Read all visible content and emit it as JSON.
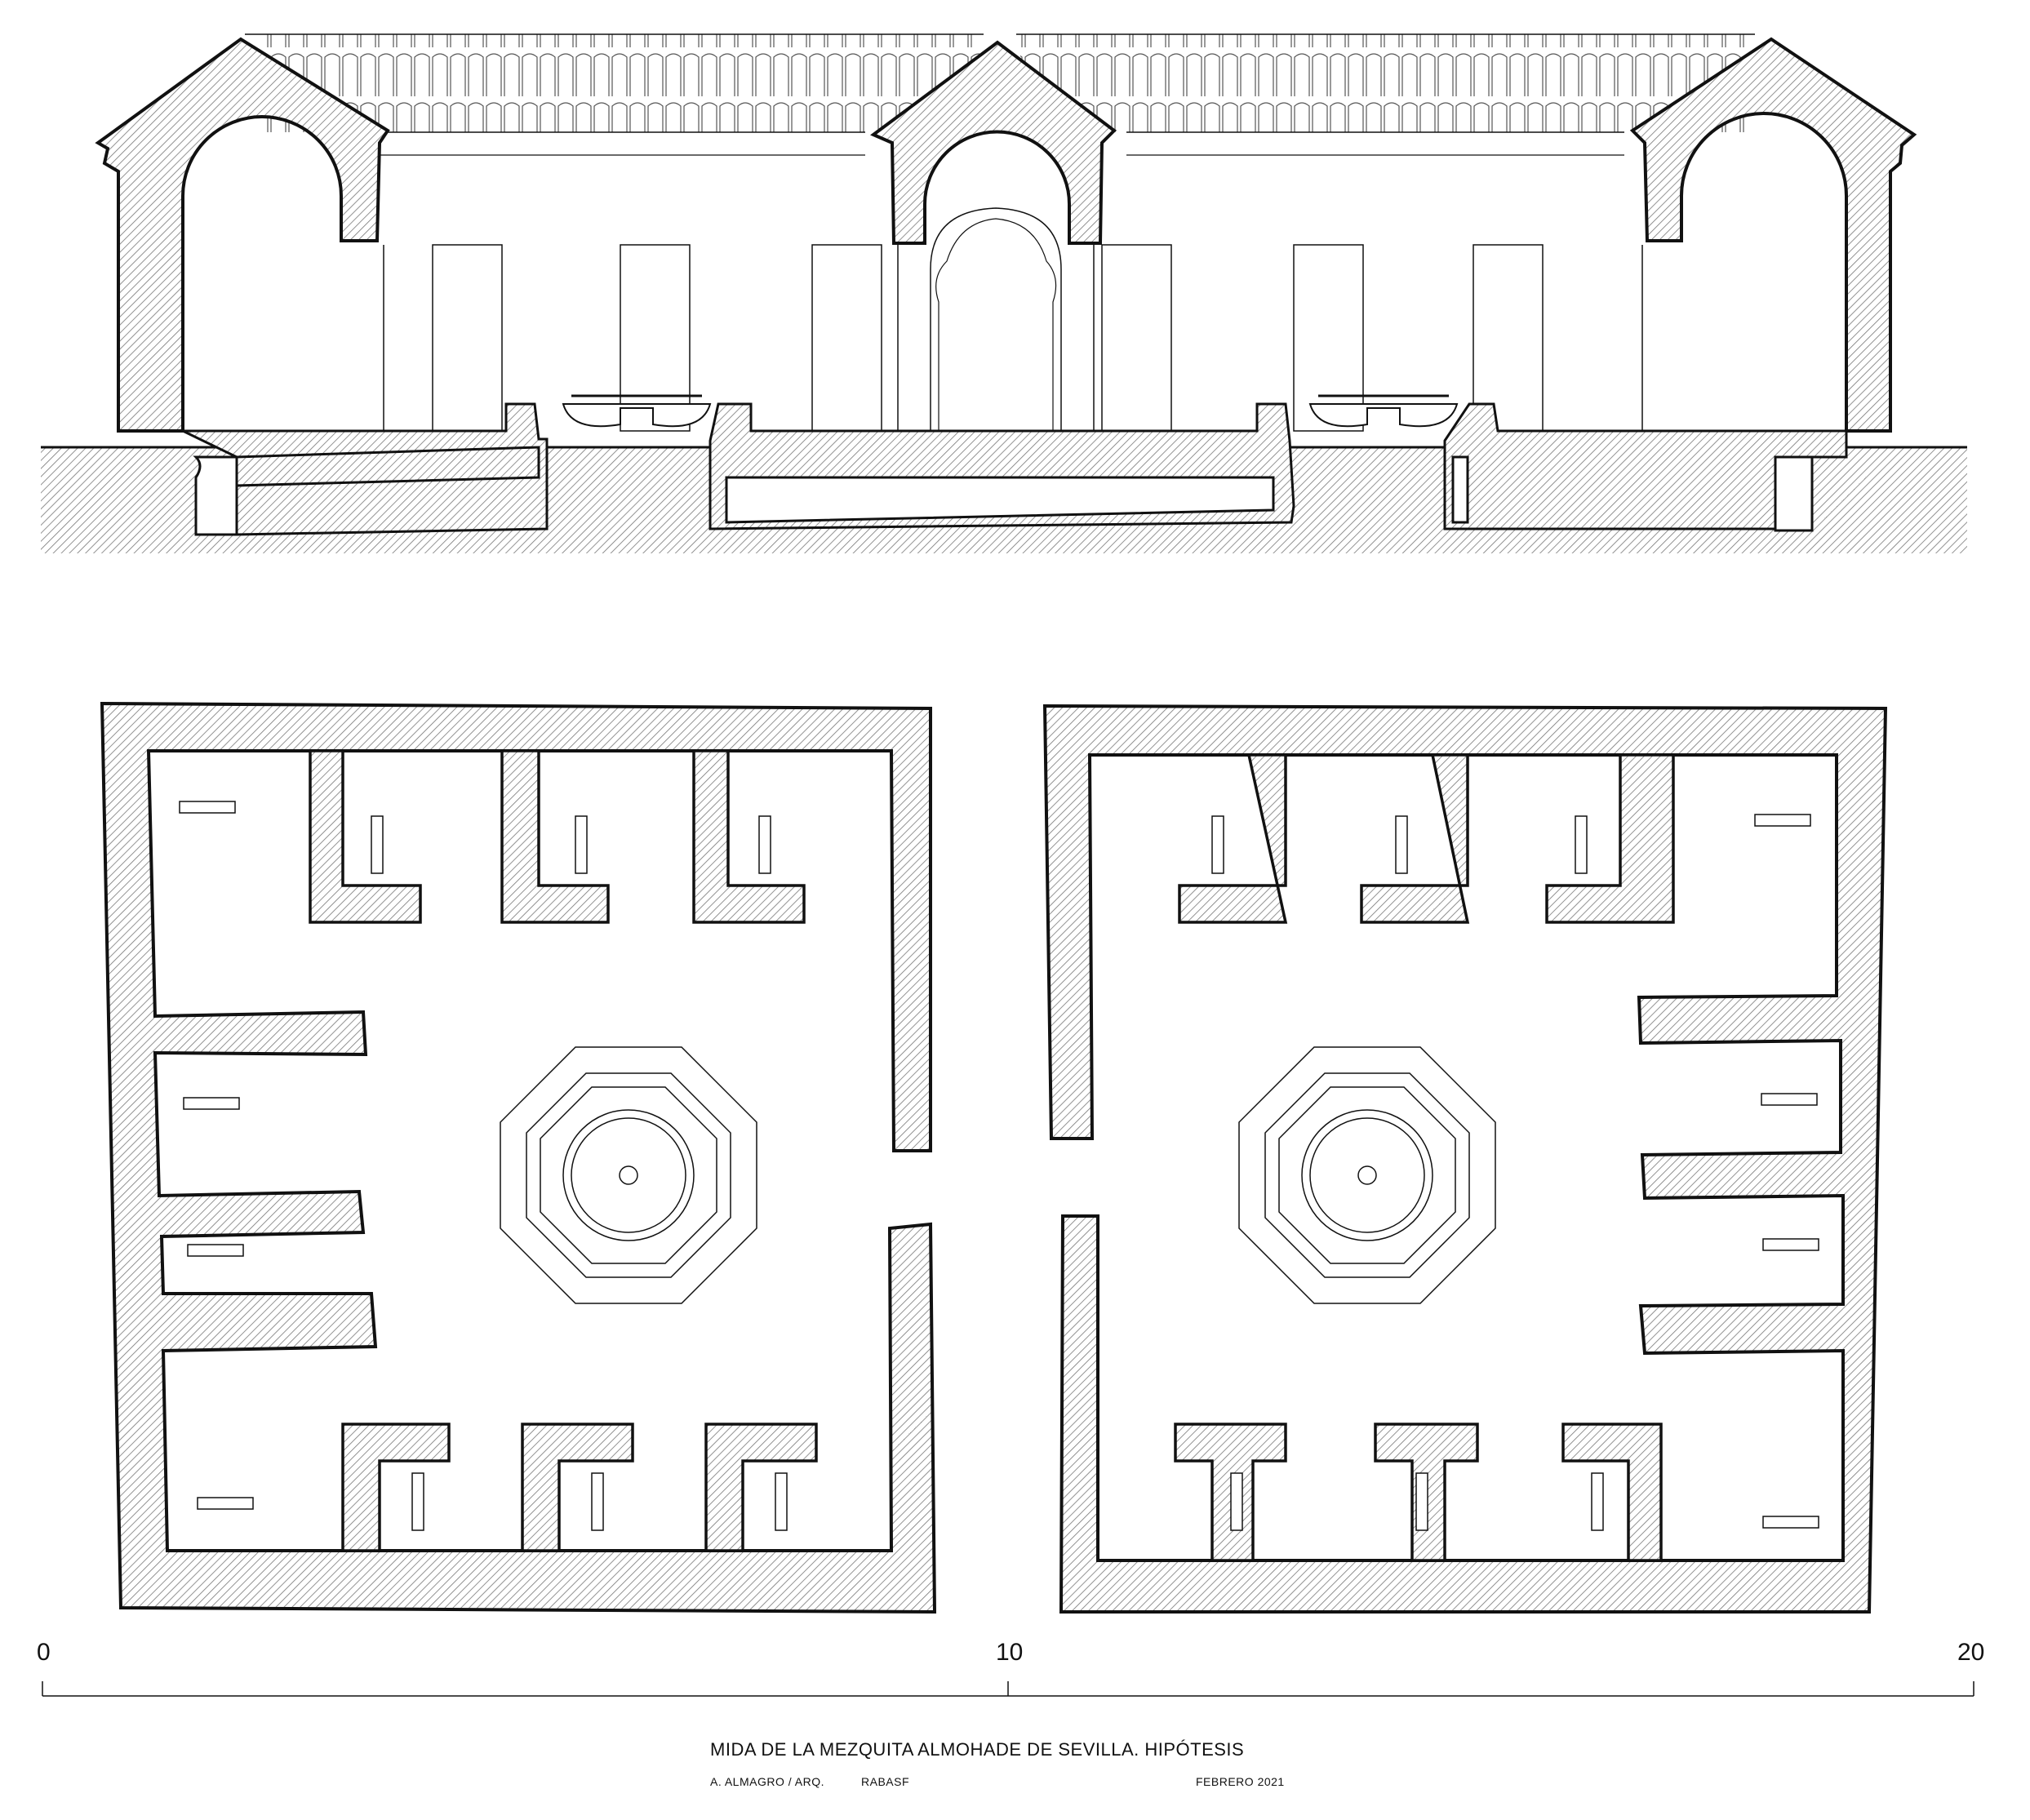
{
  "drawing": {
    "title": "MIDA DE LA MEZQUITA ALMOHADE DE SEVILLA. HIPÓTESIS",
    "author": "A. ALMAGRO / ARQ.",
    "institution": "RABASF",
    "date": "FEBRERO 2021"
  },
  "scale_bar": {
    "labels": [
      "0",
      "10",
      "20"
    ]
  },
  "colors": {
    "line": "#111111",
    "hatch_fill": "#c9c9c9",
    "paper": "#ffffff"
  },
  "views": [
    "section",
    "plan"
  ]
}
